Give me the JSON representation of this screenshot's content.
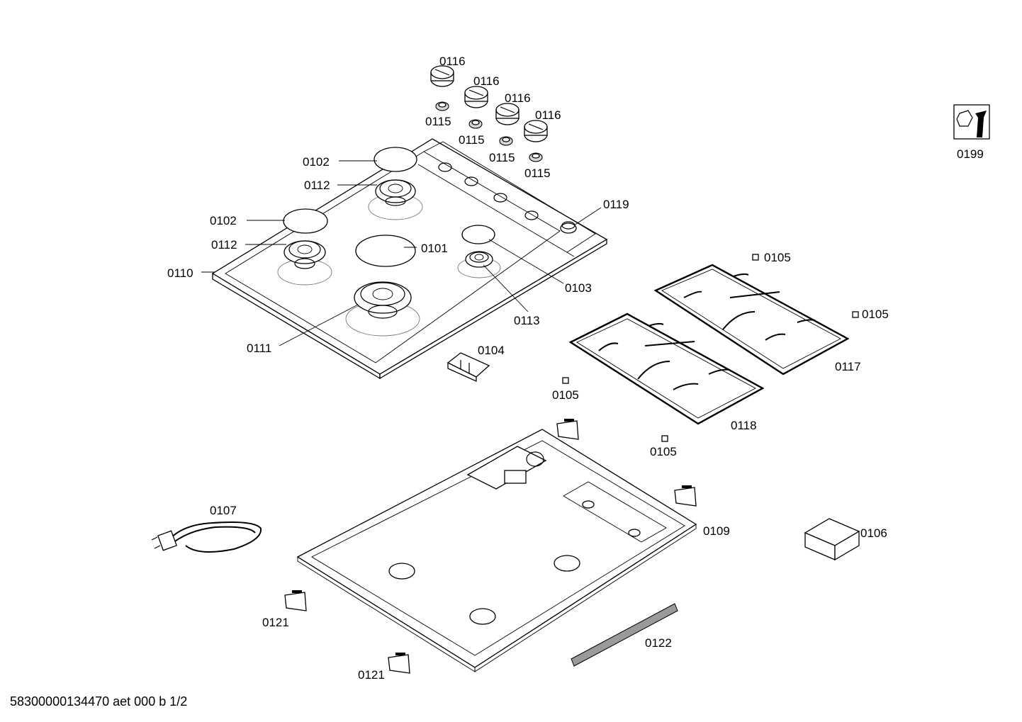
{
  "footer": {
    "doc_code": "58300000134470 aet 000 b 1/2"
  },
  "labels": {
    "l0116a": "0116",
    "l0116b": "0116",
    "l0116c": "0116",
    "l0116d": "0116",
    "l0115a": "0115",
    "l0115b": "0115",
    "l0115c": "0115",
    "l0115d": "0115",
    "l0102a": "0102",
    "l0102b": "0102",
    "l0112a": "0112",
    "l0112b": "0112",
    "l0101": "0101",
    "l0103": "0103",
    "l0110": "0110",
    "l0111": "0111",
    "l0113": "0113",
    "l0119": "0119",
    "l0104": "0104",
    "l0105a": "0105",
    "l0105b": "0105",
    "l0105c": "0105",
    "l0105d": "0105",
    "l0117": "0117",
    "l0118": "0118",
    "l0107": "0107",
    "l0109": "0109",
    "l0106": "0106",
    "l0121a": "0121",
    "l0121b": "0121",
    "l0122": "0122",
    "l0199": "0199"
  },
  "icons": {
    "service_tool": "wrench-nut-icon",
    "power_plug": "plug-icon"
  }
}
